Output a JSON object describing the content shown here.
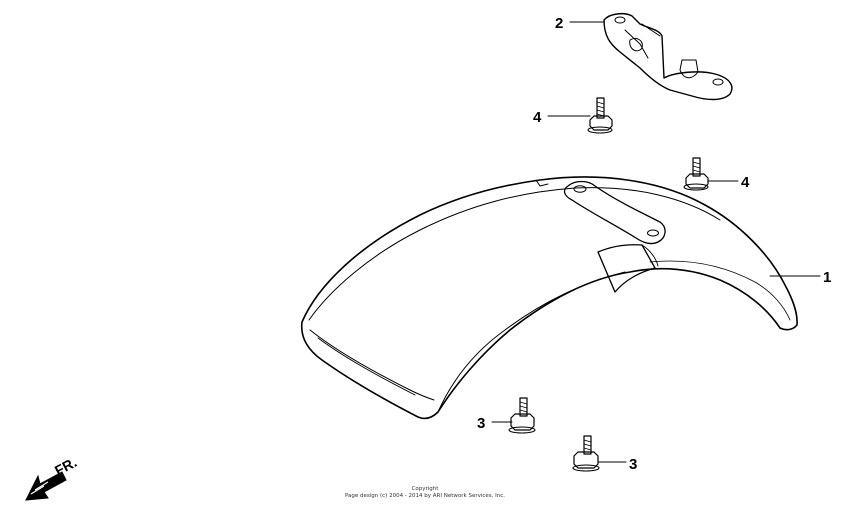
{
  "callouts": {
    "part1": "1",
    "part2": "2",
    "part3a": "3",
    "part3b": "3",
    "part4a": "4",
    "part4b": "4"
  },
  "direction_label": "FR.",
  "copyright": {
    "line1": "Copyright",
    "line2": "Page design (c) 2004 - 2014 by ARI Network Services, Inc."
  }
}
